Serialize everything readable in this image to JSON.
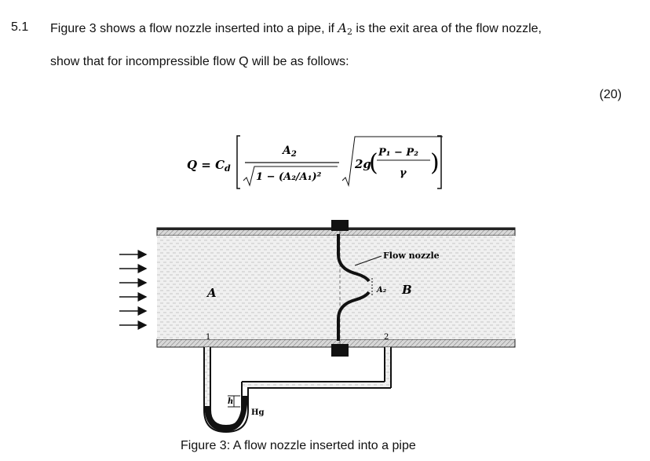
{
  "question": {
    "number": "5.1",
    "line1_before": "Figure 3 shows a flow nozzle inserted into a pipe, if ",
    "line1_var": "A",
    "line1_sub": "2",
    "line1_after": " is the exit area of the flow nozzle,",
    "line2": "show that for incompressible flow Q will be as follows:",
    "marks": "(20)"
  },
  "formula": {
    "lhs": "Q = C",
    "lhs_sub": "d",
    "numerator": "A",
    "numerator_sub": "2",
    "denominator": "1 − (A₂/A₁)²",
    "root_coef": "2g",
    "inner_num": "P₁ − P₂",
    "inner_den": "γ"
  },
  "figure": {
    "label_flow_nozzle": "Flow nozzle",
    "label_a": "A",
    "label_b": "B",
    "label_a2": "A₂",
    "label_h": "h",
    "label_hg": "Hg",
    "label_1": "1",
    "label_2": "2"
  },
  "caption": "Figure 3: A flow nozzle inserted into a pipe"
}
